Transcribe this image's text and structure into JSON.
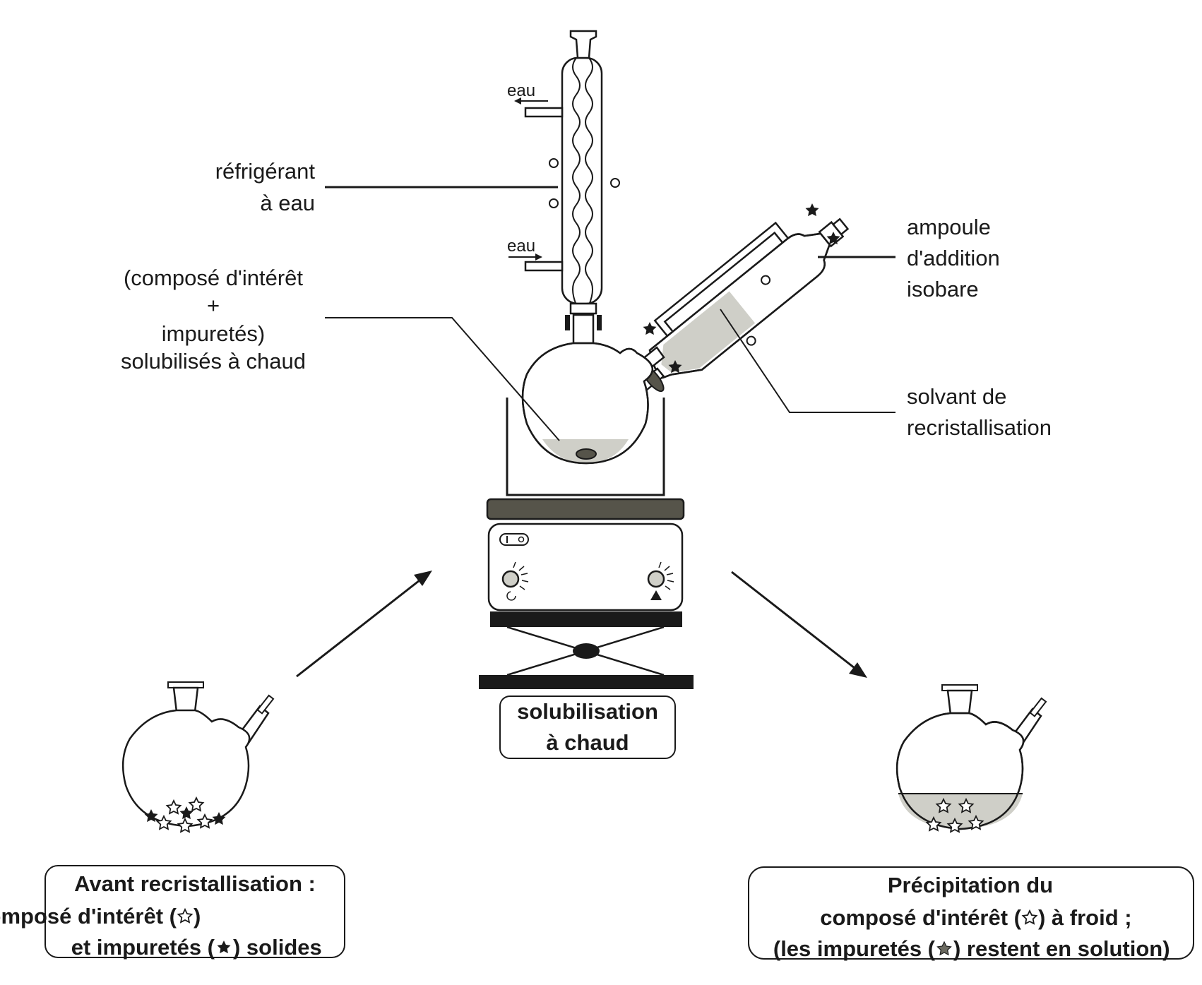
{
  "labels": {
    "water_out": "eau",
    "water_in": "eau",
    "condenser": [
      "réfrigérant",
      "à eau"
    ],
    "mixture": [
      "(composé d'intérêt",
      "+",
      "impuretés)",
      "solubilisés à chaud"
    ],
    "addition_funnel": [
      "ampoule",
      "d'addition",
      "isobare"
    ],
    "solvent": [
      "solvant de",
      "recristallisation"
    ]
  },
  "captions": {
    "center": [
      "solubilisation",
      "à chaud"
    ],
    "left": {
      "line1": "Avant recristallisation :",
      "line2_before": "composé d'intérêt (",
      "line2_after": ")",
      "line3_before": "et impuretés (",
      "line3_after": ") solides"
    },
    "right": {
      "line1": "Précipitation du",
      "line2_before": "composé d'intérêt (",
      "line2_after": ") à froid ;",
      "line3_before": "(les impuretés (",
      "line3_after": ") restent en solution)"
    }
  },
  "colors": {
    "ink": "#1a1a1a",
    "liquid": "#cfcfc8",
    "hotplate_top": "#56544a",
    "impurity": "#6b6a60"
  },
  "icons": {
    "compound": "hollow-star-icon",
    "impurity": "filled-star-icon",
    "heat_knob": "heat-knob-icon",
    "stir_knob": "stir-knob-icon",
    "power_switch": "power-switch-icon"
  }
}
